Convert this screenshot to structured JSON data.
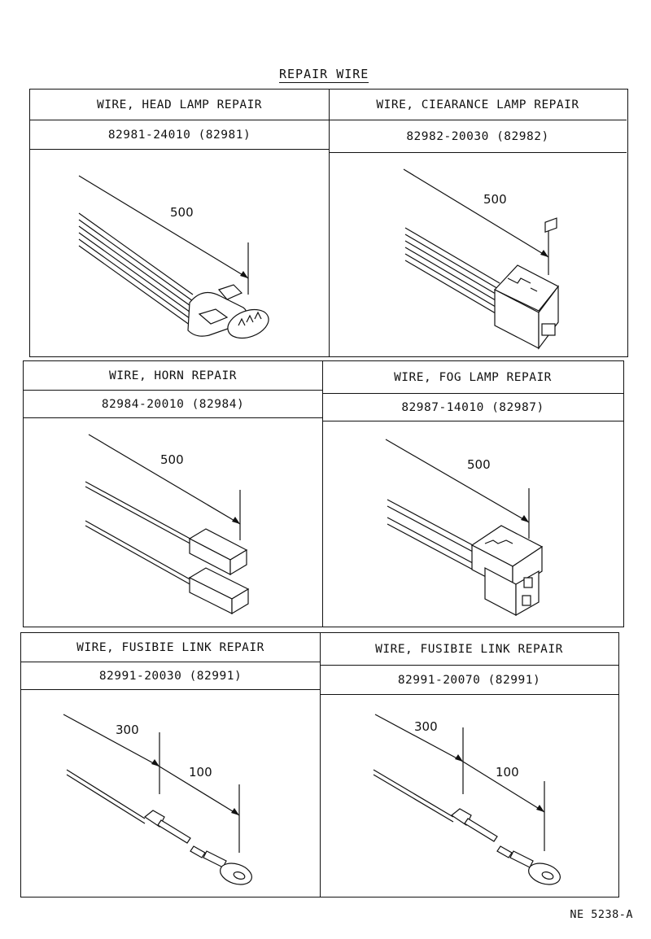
{
  "title": "REPAIR WIRE",
  "panels": [
    {
      "left": {
        "name": "WIRE, HEAD LAMP REPAIR",
        "part": "82981-24010 (82981)",
        "dims": [
          "500"
        ]
      },
      "right": {
        "name": "WIRE, CIEARANCE LAMP REPAIR",
        "part": "82982-20030 (82982)",
        "dims": [
          "500"
        ]
      }
    },
    {
      "left": {
        "name": "WIRE, HORN REPAIR",
        "part": "82984-20010 (82984)",
        "dims": [
          "500"
        ]
      },
      "right": {
        "name": "WIRE, FOG LAMP REPAIR",
        "part": "82987-14010 (82987)",
        "dims": [
          "500"
        ]
      }
    },
    {
      "left": {
        "name": "WIRE, FUSIBIE LINK REPAIR",
        "part": "82991-20030 (82991)",
        "dims": [
          "300",
          "100"
        ]
      },
      "right": {
        "name": "WIRE, FUSIBIE LINK REPAIR",
        "part": "82991-20070 (82991)",
        "dims": [
          "300",
          "100"
        ]
      }
    }
  ],
  "reference": "NE 5238-A"
}
